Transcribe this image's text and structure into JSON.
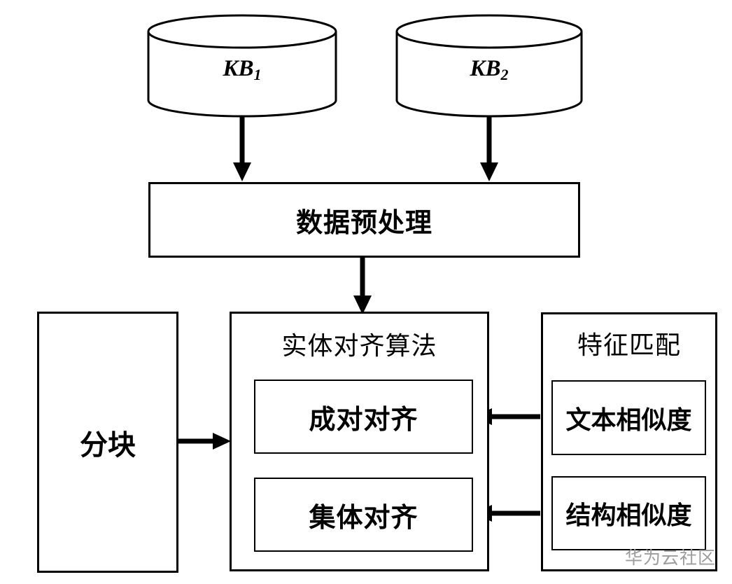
{
  "diagram": {
    "databases": {
      "kb1": {
        "name": "KB",
        "sub": "1"
      },
      "kb2": {
        "name": "KB",
        "sub": "2"
      }
    },
    "preprocessing": {
      "label": "数据预处理"
    },
    "alignment_panel": {
      "title": "实体对齐算法",
      "pairwise": {
        "label": "成对对齐"
      },
      "collective": {
        "label": "集体对齐"
      }
    },
    "blocking": {
      "label": "分块"
    },
    "feature_panel": {
      "title": "特征匹配",
      "text_similarity": {
        "label": "文本相似度"
      },
      "structural_similarity": {
        "label": "结构相似度"
      }
    },
    "watermark": {
      "text": "华为云社区",
      "color": "#9d9d9d"
    },
    "colors": {
      "stroke": "#000000",
      "background": "#ffffff"
    }
  }
}
